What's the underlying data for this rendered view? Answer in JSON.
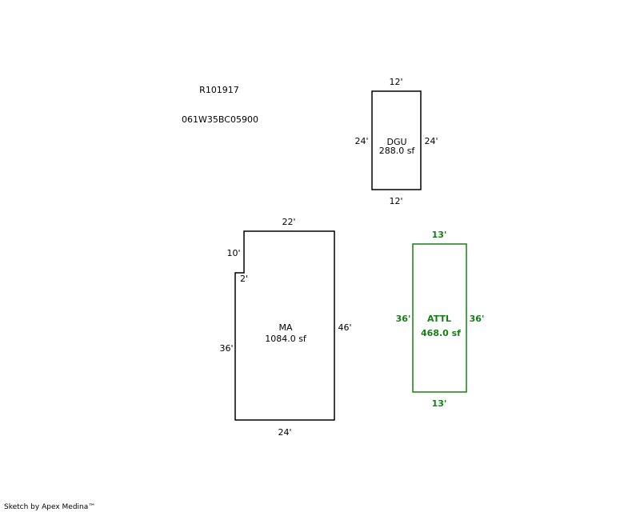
{
  "header": {
    "parcel_id": "R101917",
    "map_tax_lot": "061W35BC05900"
  },
  "colors": {
    "outline": "#000000",
    "attl": "#138013"
  },
  "areas": {
    "dgu": {
      "name": "DGU",
      "area": "288.0 sf",
      "dim_top": "12'",
      "dim_bottom": "12'",
      "dim_left": "24'",
      "dim_right": "24'"
    },
    "ma": {
      "name": "MA",
      "area": "1084.0 sf",
      "dim_top": "22'",
      "dim_notch_vertical": "10'",
      "dim_notch_horizontal": "2'",
      "dim_left": "36'",
      "dim_right": "46'",
      "dim_bottom": "24'"
    },
    "attl": {
      "name": "ATTL",
      "area": "468.0 sf",
      "dim_top": "13'",
      "dim_bottom": "13'",
      "dim_left": "36'",
      "dim_right": "36'"
    }
  },
  "footer": {
    "credit": "Sketch by Apex Medina™"
  }
}
